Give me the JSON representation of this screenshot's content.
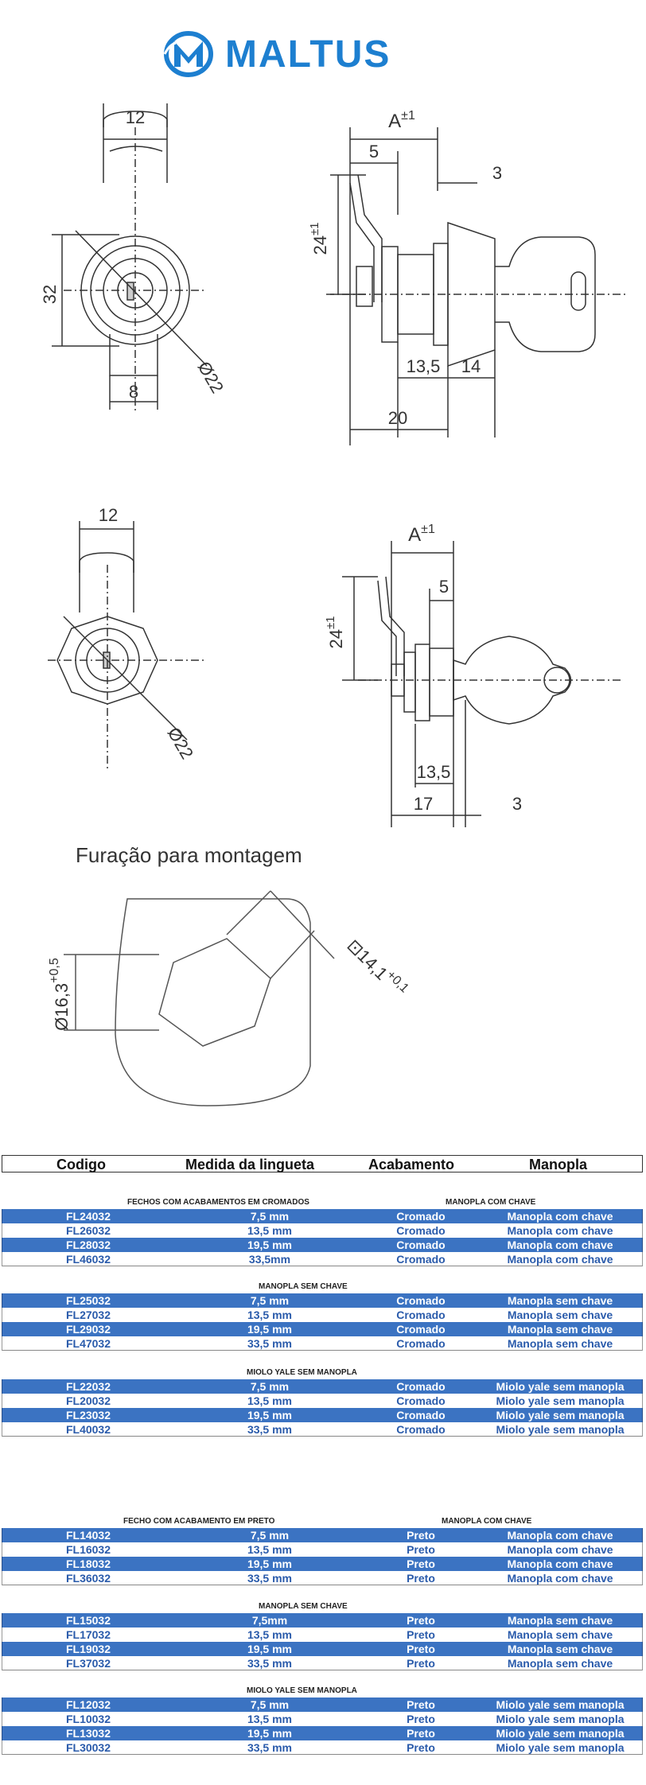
{
  "brand": {
    "name": "MALTUS",
    "color": "#1d7fd0",
    "icon": "maltus-logo-icon"
  },
  "drawing1": {
    "dim_width": "12",
    "dim_height": "32",
    "dim_bottom": "8",
    "dim_diameter": "Ø22",
    "dim_a": "A",
    "dim_a_tol": "±1",
    "dim_5": "5",
    "dim_3": "3",
    "dim_24": "24",
    "dim_24_tol": "±1",
    "dim_135": "13,5",
    "dim_14": "14",
    "dim_20": "20"
  },
  "drawing2": {
    "dim_width": "12",
    "dim_diameter": "Ø22",
    "dim_a": "A",
    "dim_a_tol": "±1",
    "dim_5": "5",
    "dim_24": "24",
    "dim_24_tol": "±1",
    "dim_135": "13,5",
    "dim_17": "17",
    "dim_3": "3"
  },
  "drawing3": {
    "title": "Furação para montagem",
    "dim_diameter": "Ø16,3",
    "dim_diameter_tol": "+0,5",
    "dim_square": "14,1",
    "dim_square_tol": "+0,1"
  },
  "table": {
    "headers": [
      "Codigo",
      "Medida da lingueta",
      "Acabamento",
      "Manopla"
    ],
    "sections": [
      {
        "label_left": "FECHOS COM ACABAMENTOS EM CROMADOS",
        "label_right": "MANOPLA COM CHAVE",
        "rows": [
          [
            "FL24032",
            "7,5 mm",
            "Cromado",
            "Manopla com chave"
          ],
          [
            "FL26032",
            "13,5 mm",
            "Cromado",
            "Manopla com chave"
          ],
          [
            "FL28032",
            "19,5 mm",
            "Cromado",
            "Manopla com chave"
          ],
          [
            "FL46032",
            "33,5mm",
            "Cromado",
            "Manopla com chave"
          ]
        ]
      },
      {
        "label_left": "",
        "label_right": "MANOPLA SEM CHAVE",
        "rows": [
          [
            "FL25032",
            "7,5 mm",
            "Cromado",
            "Manopla sem chave"
          ],
          [
            "FL27032",
            "13,5 mm",
            "Cromado",
            "Manopla sem chave"
          ],
          [
            "FL29032",
            "19,5 mm",
            "Cromado",
            "Manopla sem chave"
          ],
          [
            "FL47032",
            "33,5 mm",
            "Cromado",
            "Manopla sem chave"
          ]
        ]
      },
      {
        "label_left": "",
        "label_right": "MIOLO YALE SEM MANOPLA",
        "rows": [
          [
            "FL22032",
            "7,5 mm",
            "Cromado",
            "Miolo yale sem manopla"
          ],
          [
            "FL20032",
            "13,5 mm",
            "Cromado",
            "Miolo yale sem manopla"
          ],
          [
            "FL23032",
            "19,5 mm",
            "Cromado",
            "Miolo yale sem manopla"
          ],
          [
            "FL40032",
            "33,5 mm",
            "Cromado",
            "Miolo yale sem manopla"
          ]
        ]
      },
      {
        "label_left": "FECHO COM ACABAMENTO EM PRETO",
        "label_right": "MANOPLA COM CHAVE",
        "rows": [
          [
            "FL14032",
            "7,5 mm",
            "Preto",
            "Manopla com chave"
          ],
          [
            "FL16032",
            "13,5 mm",
            "Preto",
            "Manopla com chave"
          ],
          [
            "FL18032",
            "19,5 mm",
            "Preto",
            "Manopla com chave"
          ],
          [
            "FL36032",
            "33,5 mm",
            "Preto",
            "Manopla com chave"
          ]
        ]
      },
      {
        "label_left": "",
        "label_right": "MANOPLA SEM CHAVE",
        "rows": [
          [
            "FL15032",
            "7,5mm",
            "Preto",
            "Manopla sem chave"
          ],
          [
            "FL17032",
            "13,5 mm",
            "Preto",
            "Manopla sem chave"
          ],
          [
            "FL19032",
            "19,5 mm",
            "Preto",
            "Manopla sem chave"
          ],
          [
            "FL37032",
            "33,5 mm",
            "Preto",
            "Manopla sem chave"
          ]
        ]
      },
      {
        "label_left": "",
        "label_right": "MIOLO YALE SEM MANOPLA",
        "rows": [
          [
            "FL12032",
            "7,5 mm",
            "Preto",
            "Miolo yale sem manopla"
          ],
          [
            "FL10032",
            "13,5 mm",
            "Preto",
            "Miolo yale sem manopla"
          ],
          [
            "FL13032",
            "19,5 mm",
            "Preto",
            "Miolo yale sem manopla"
          ],
          [
            "FL30032",
            "33,5 mm",
            "Preto",
            "Miolo yale sem manopla"
          ]
        ]
      }
    ]
  }
}
